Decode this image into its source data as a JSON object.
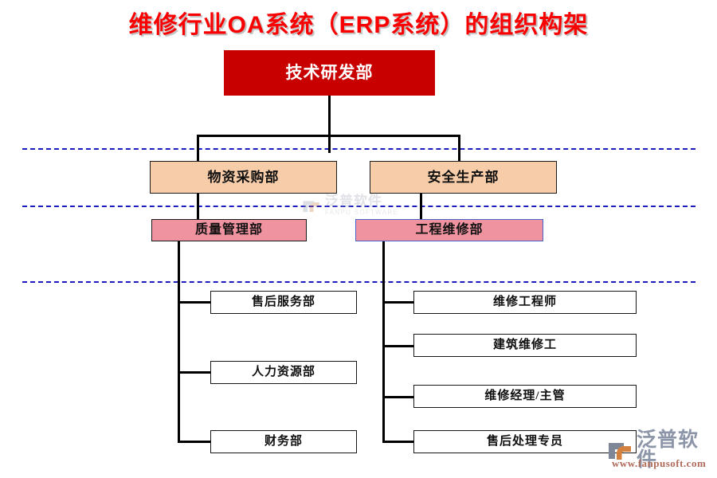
{
  "title": "维修行业OA系统（ERP系统）的组织构架",
  "colors": {
    "title_red": "#fa0000",
    "root_fill": "#c80000",
    "level2_fill": "#f7cca8",
    "level3_fill": "#f093a0",
    "leaf_fill": "#ffffff",
    "divider_blue": "#1b1bbf",
    "blue_border": "#4a63c8",
    "connector_black": "#000000"
  },
  "nodes": {
    "root": {
      "label": "技术研发部"
    },
    "level2": [
      {
        "label": "物资采购部"
      },
      {
        "label": "安全生产部"
      }
    ],
    "level3": [
      {
        "label": "质量管理部"
      },
      {
        "label": "工程维修部"
      }
    ],
    "left_leaves": [
      {
        "label": "售后服务部"
      },
      {
        "label": "人力资源部"
      },
      {
        "label": "财务部"
      }
    ],
    "right_leaves": [
      {
        "label": "维修工程师"
      },
      {
        "label": "建筑维修工"
      },
      {
        "label": "维修经理/主管"
      },
      {
        "label": "售后处理专员"
      }
    ]
  },
  "watermark": {
    "center_cn": "泛普软件",
    "center_en": "FANPU SOFTWARE"
  },
  "logo": {
    "name_cn": "泛普软件",
    "url": "www.fanpusoft.com"
  }
}
